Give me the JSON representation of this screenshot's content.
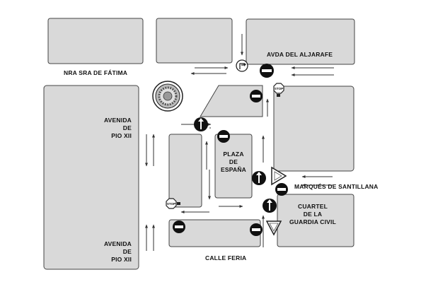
{
  "labels": {
    "nra_sra": "NRA SRA DE FÁTIMA",
    "avda_aljarafe": "AVDA DEL ALJARAFE",
    "avenida_top_1": "AVENIDA",
    "avenida_top_2": "DE",
    "avenida_top_3": "PIO XII",
    "avenida_bottom_1": "AVENIDA",
    "avenida_bottom_2": "DE",
    "avenida_bottom_3": "PIO XII",
    "plaza_1": "PLAZA",
    "plaza_2": "DE",
    "plaza_3": "ESPAÑA",
    "marques": "MARQUÉS DE SANTILLANA",
    "cuartel_1": "CUARTEL",
    "cuartel_2": "DE LA",
    "cuartel_3": "GUARDIA CIVIL",
    "calle_feria": "CALLE FERIA",
    "stop_text_1": "STOP",
    "stop_text_2": "STOP"
  },
  "icons": {
    "roundabout": "roundabout-icon",
    "no_entry": "no-entry-icon",
    "one_way": "one-way-icon",
    "stop": "stop-sign-icon",
    "yield": "yield-sign-icon",
    "turn": "turn-left-icon"
  }
}
